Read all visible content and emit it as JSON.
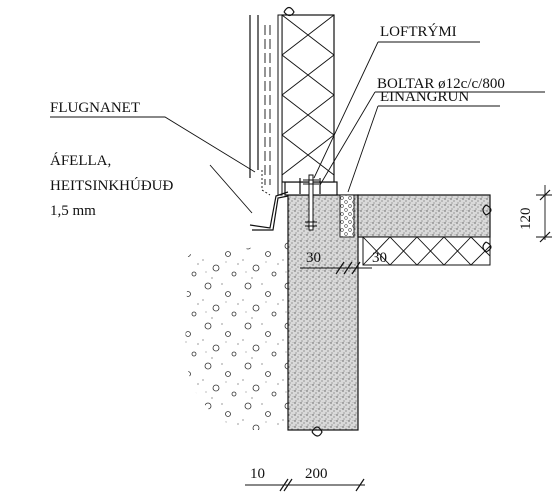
{
  "labels": {
    "air_gap": "LOFTRÝMI",
    "bolts": "BOLTAR ø12c/c/800",
    "insulation": "EINANGRUN",
    "fly_net": "FLUGNANET",
    "flashing_line1": "ÁFELLA,",
    "flashing_line2": "HEITSINKHÚÐUÐ",
    "flashing_line3": "1,5 mm"
  },
  "dimensions": {
    "slab_thickness": "120",
    "gap_left": "30",
    "gap_right": "30",
    "base_small": "10",
    "base_wall": "200"
  }
}
